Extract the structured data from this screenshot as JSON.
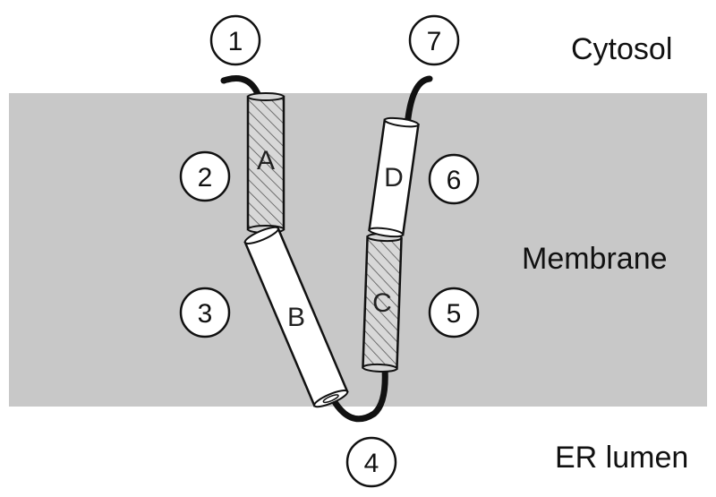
{
  "regions": {
    "cytosol": "Cytosol",
    "membrane": "Membrane",
    "er_lumen": "ER lumen"
  },
  "helices": {
    "a": "A",
    "b": "B",
    "c": "C",
    "d": "D"
  },
  "markers": {
    "m1": "1",
    "m2": "2",
    "m3": "3",
    "m4": "4",
    "m5": "5",
    "m6": "6",
    "m7": "7"
  },
  "colors": {
    "membrane": "#c8c8c8",
    "hatched_fill": "#d8d8d8",
    "hatch_line": "#555555",
    "plain_fill": "#ffffff",
    "outline": "#111111"
  }
}
